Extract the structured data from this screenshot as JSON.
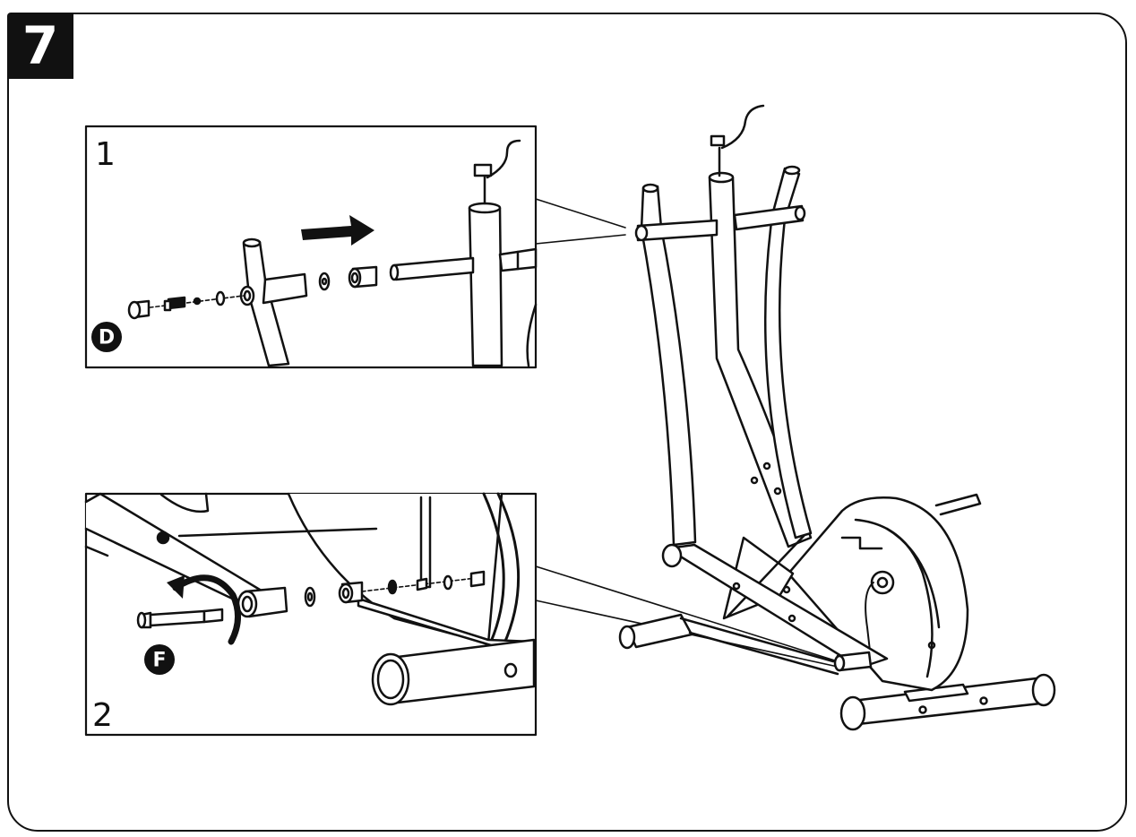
{
  "step": {
    "number": "7"
  },
  "insets": [
    {
      "number": "1",
      "part_label": "D"
    },
    {
      "number": "2",
      "part_label": "F"
    }
  ],
  "colors": {
    "line": "#111111",
    "fill": "#ffffff",
    "badge": "#111111"
  }
}
